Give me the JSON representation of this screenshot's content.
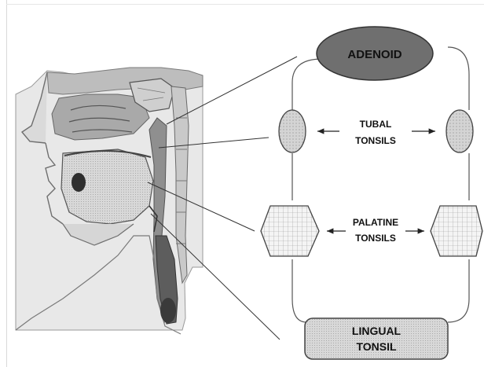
{
  "labels": {
    "adenoid": "ADENOID",
    "tubal_line1": "TUBAL",
    "tubal_line2": "TONSILS",
    "palatine_line1": "PALATINE",
    "palatine_line2": "TONSILS",
    "lingual_line1": "LINGUAL",
    "lingual_line2": "TONSIL"
  },
  "colors": {
    "adenoid_fill": "#6f6f6f",
    "tubal_fill": "#d9d9d9",
    "palatine_fill": "#efefef",
    "lingual_fill": "#cfcfcf",
    "outline": "#444444"
  }
}
